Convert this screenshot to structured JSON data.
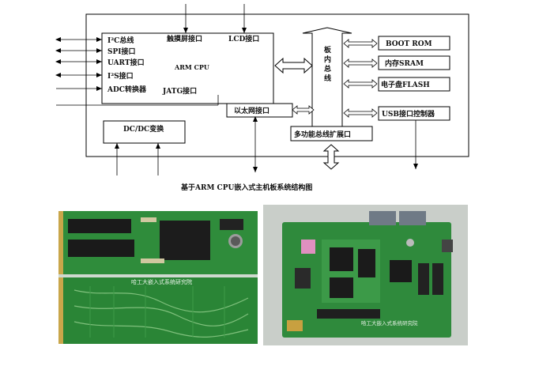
{
  "diagram": {
    "cpu_ports": [
      "I²C总线",
      "SPI接口",
      "UART接口",
      "I²S接口",
      "ADC转换器"
    ],
    "touch_label": "触摸屏接口",
    "lcd_label": "LCD接口",
    "cpu_label": "ARM CPU",
    "jtag_label": "JATG接口",
    "dcdc_label": "DC/DC变换",
    "ethernet_label": "以太网接口",
    "bus_label": "板内总线",
    "bus_chars": [
      "板",
      "内",
      "总",
      "线"
    ],
    "expand_label": "多功能总线扩展口",
    "memories": [
      "BOOT ROM",
      "内存SRAM",
      "电子盘FLASH",
      "USB接口控制器"
    ],
    "caption": "基于ARM CPU嵌入式主机板系统结构图"
  },
  "photos": {
    "left_top_text": "",
    "left_board_text": "哈工大嵌入式系统研究院",
    "right_board_text": "哈工大嵌入式系统研究院"
  },
  "colors": {
    "line": "#000000",
    "pcb_green": "#2e8a3a",
    "pcb_dark": "#1f6b2a",
    "chip": "#1a1a1a",
    "background_photo": "#c9cec9"
  }
}
